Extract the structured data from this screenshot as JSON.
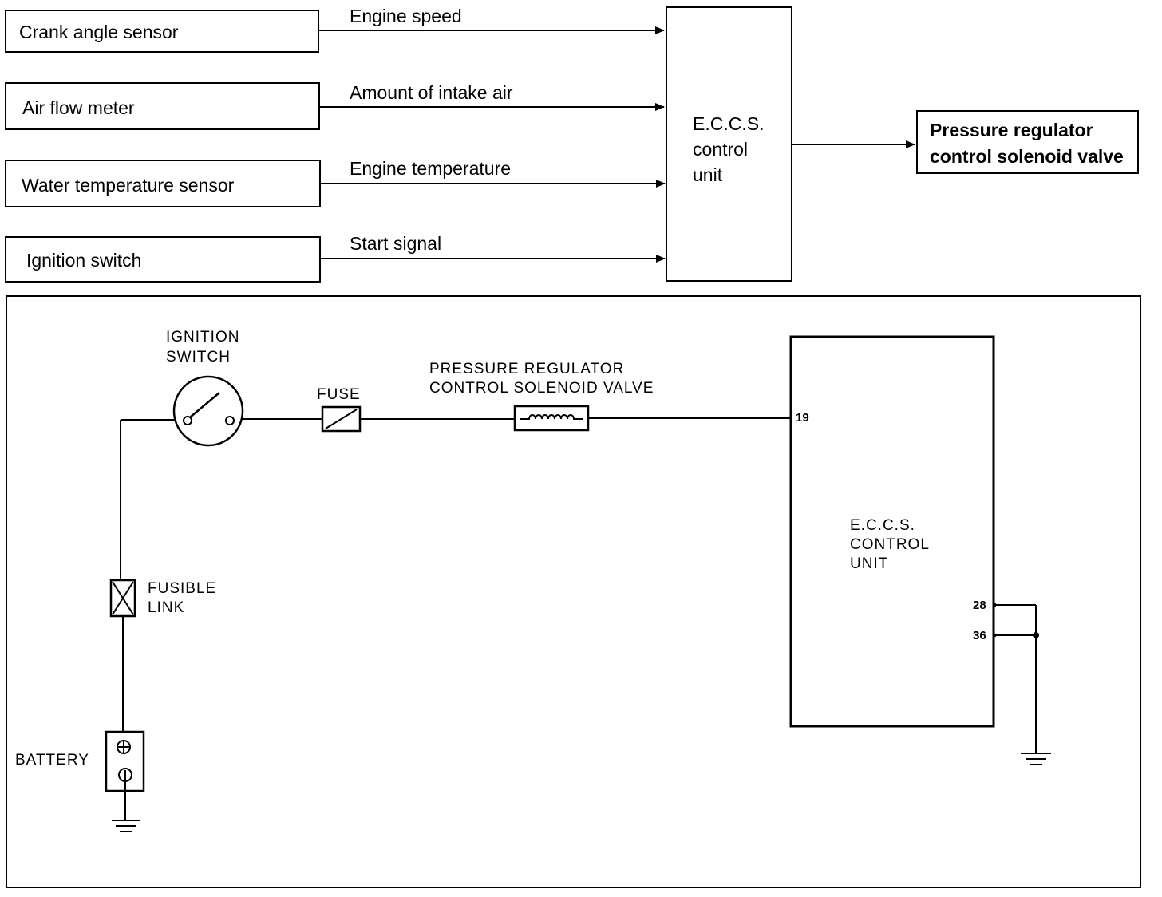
{
  "block_diagram": {
    "inputs": [
      {
        "sensor": "Crank angle sensor",
        "signal": "Engine speed"
      },
      {
        "sensor": "Air flow meter",
        "signal": "Amount of intake air"
      },
      {
        "sensor": "Water temperature sensor",
        "signal": "Engine temperature"
      },
      {
        "sensor": "Ignition switch",
        "signal": "Start signal"
      }
    ],
    "control_unit": {
      "line1": "E.C.C.S.",
      "line2": "control",
      "line3": "unit"
    },
    "output": {
      "line1": "Pressure regulator",
      "line2": "control solenoid valve"
    }
  },
  "wiring": {
    "ignition_switch": {
      "line1": "IGNITION",
      "line2": "SWITCH"
    },
    "fuse": "FUSE",
    "solenoid": {
      "line1": "PRESSURE REGULATOR",
      "line2": "CONTROL SOLENOID VALVE"
    },
    "fusible_link": {
      "line1": "FUSIBLE",
      "line2": "LINK"
    },
    "battery": "BATTERY",
    "ecu": {
      "line1": "E.C.C.S.",
      "line2": "CONTROL",
      "line3": "UNIT"
    },
    "pins": {
      "p19": "19",
      "p28": "28",
      "p36": "36"
    }
  }
}
